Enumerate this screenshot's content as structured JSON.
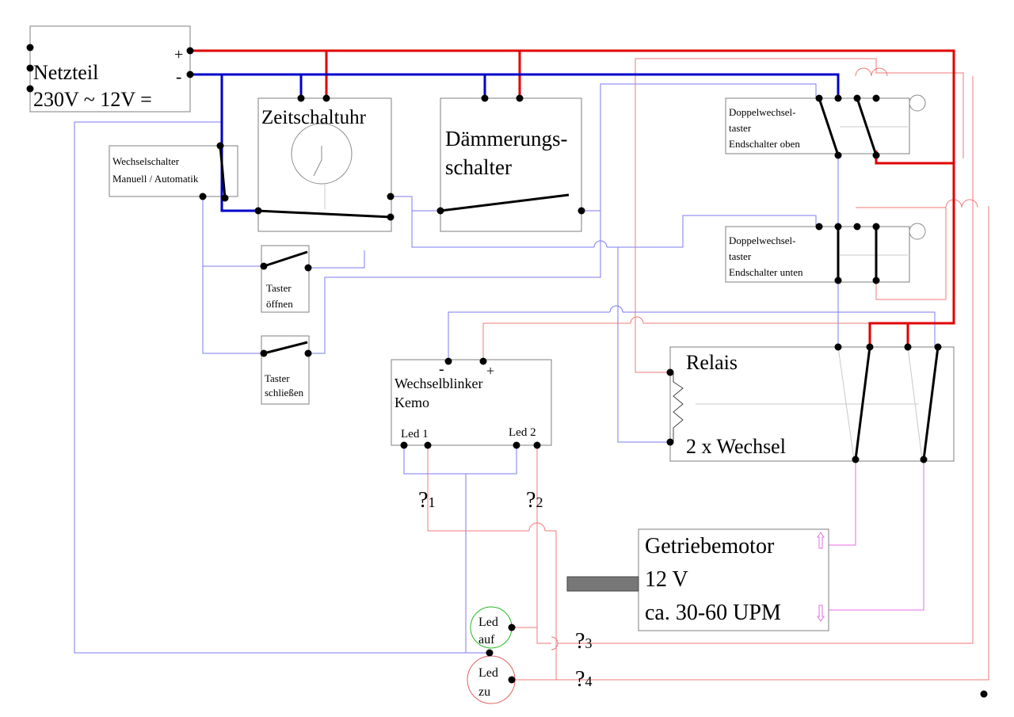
{
  "power_supply": {
    "name": "Netzteil",
    "voltage": "230V ~ 12V =",
    "plus": "+",
    "minus": "-"
  },
  "timer": {
    "name": "Zeitschaltuhr"
  },
  "dusk_switch": {
    "line1": "Dämmerungs-",
    "line2": "schalter"
  },
  "selector_switch": {
    "line1": "Wechselschalter",
    "line2": "Manuell / Automatik"
  },
  "limit_top": {
    "line1": "Doppelwechsel-",
    "line2": "taster",
    "line3": "Endschalter oben"
  },
  "limit_bottom": {
    "line1": "Doppelwechsel-",
    "line2": "taster",
    "line3": "Endschalter unten"
  },
  "button_open": {
    "line1": "Taster",
    "line2": "öffnen"
  },
  "button_close": {
    "line1": "Taster",
    "line2": "schließen"
  },
  "blinker": {
    "line1": "Wechselblinker",
    "line2": "Kemo",
    "minus": "-",
    "plus": "+",
    "led1": "Led 1",
    "led2": "Led 2"
  },
  "relay": {
    "name": "Relais",
    "type": "2 x Wechsel"
  },
  "motor": {
    "line1": "Getriebemotor",
    "line2": "12 V",
    "line3": "ca. 30-60 UPM"
  },
  "led_open": {
    "line1": "Led",
    "line2": "auf"
  },
  "led_closed": {
    "line1": "Led",
    "line2": "zu"
  },
  "questions": {
    "q1": {
      "mark": "?",
      "sub": "1"
    },
    "q2": {
      "mark": "?",
      "sub": "2"
    },
    "q3": {
      "mark": "?",
      "sub": "3"
    },
    "q4": {
      "mark": "?",
      "sub": "4"
    }
  },
  "colors": {
    "positive": "#e00000",
    "negative": "#0000cc",
    "signal": "#7b7bf0",
    "led_signal": "#f07878",
    "motor_wire": "#e46ee4"
  }
}
